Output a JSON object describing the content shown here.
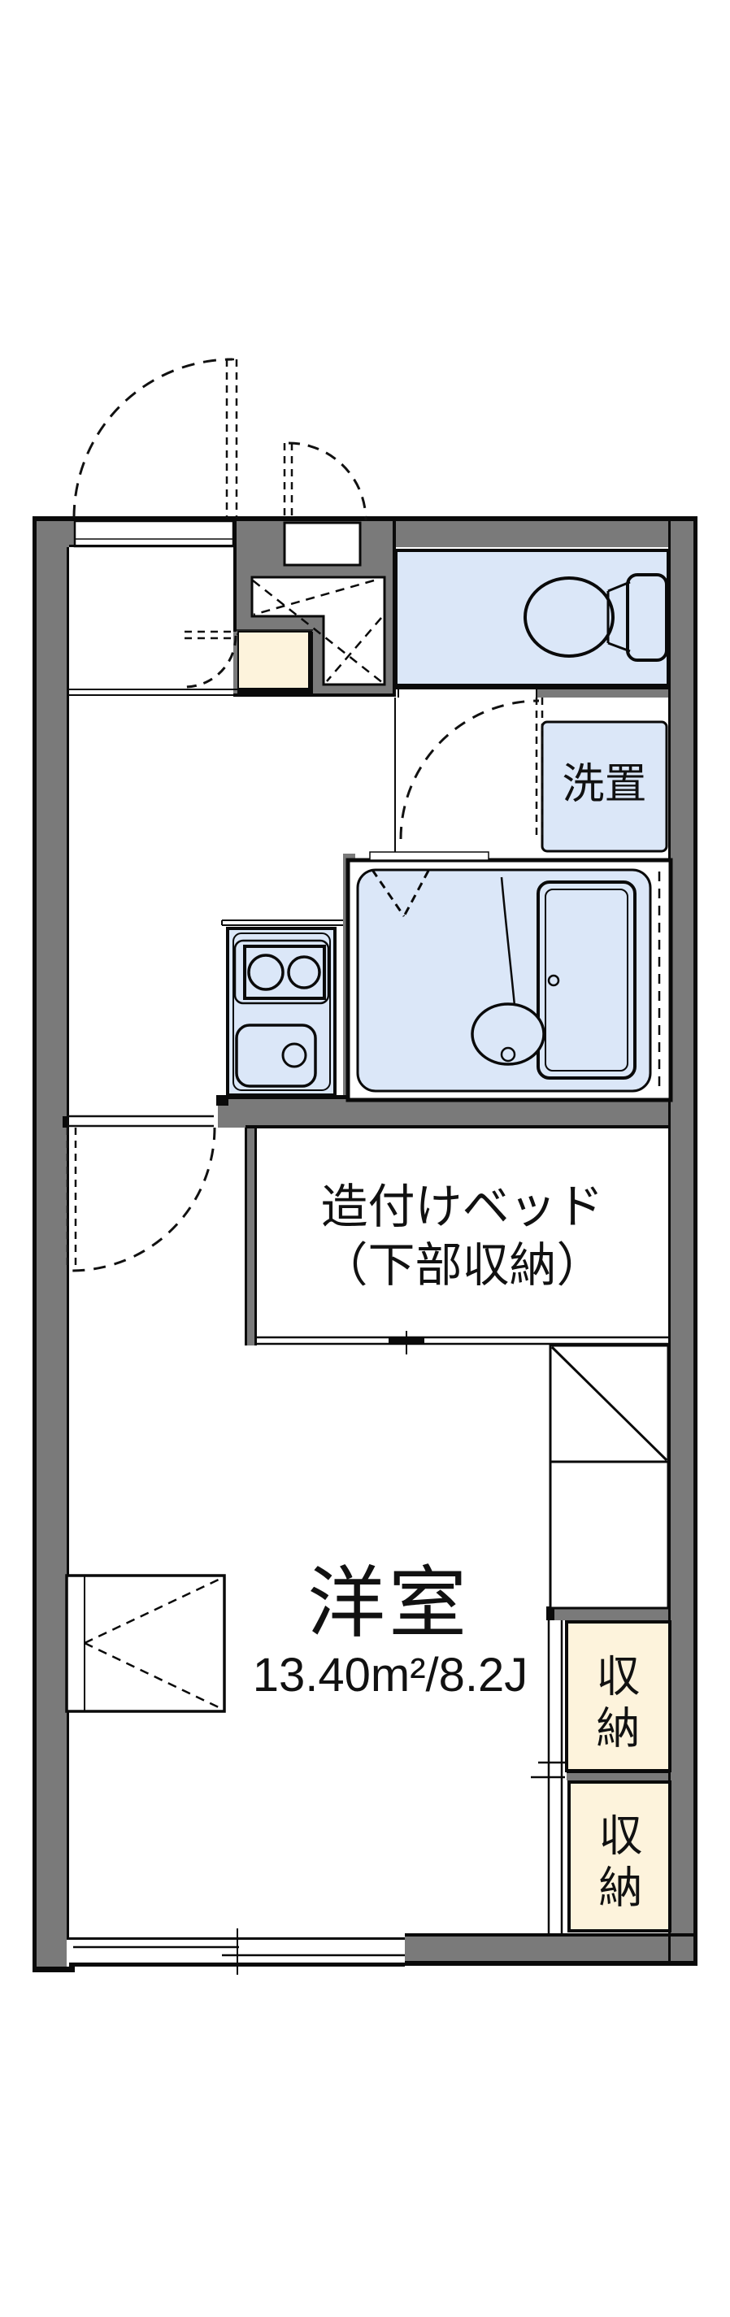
{
  "document": {
    "kind": "apartment-floor-plan",
    "orientation": "portrait"
  },
  "colors": {
    "wall_gray": "#7a7a7a",
    "outline_black": "#0a0a0a",
    "fixture_blue": "#dbe7f8",
    "storage_cream": "#fdf3dc",
    "background": "#ffffff"
  },
  "rooms": {
    "main": {
      "name": "洋室",
      "size": "13.40m²/8.2J"
    },
    "built_in_bed": {
      "line1": "造付けベッド",
      "line2": "（下部収納）"
    },
    "washer_space": {
      "label": "洗置"
    },
    "storage_top": {
      "label": "収納"
    },
    "storage_bottom": {
      "label": "収納"
    }
  }
}
